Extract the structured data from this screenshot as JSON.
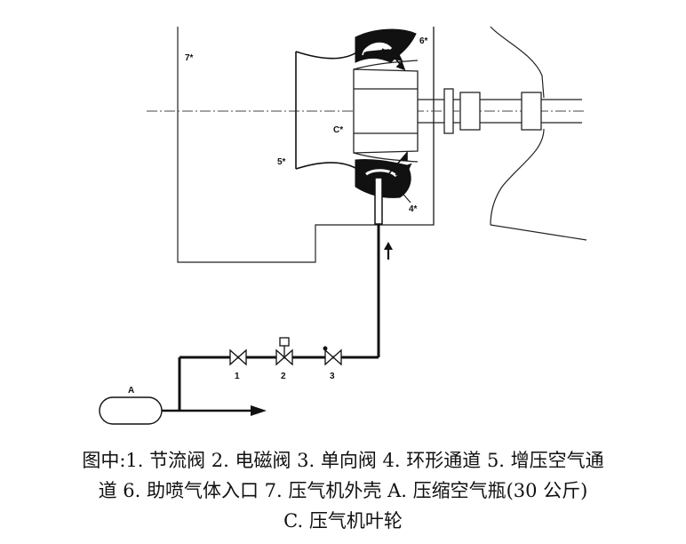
{
  "diagram": {
    "labels": {
      "l7": "7*",
      "l6": "6*",
      "lC": "C*",
      "l5": "5*",
      "l4": "4*",
      "lA": "A",
      "l1": "1",
      "l2": "2",
      "l3": "3"
    }
  },
  "caption": {
    "line1": "图中:1. 节流阀  2. 电磁阀  3. 单向阀  4. 环形通道  5. 增压空气通",
    "line2": "道  6. 助喷气体入口  7. 压气机外壳  A. 压缩空气瓶(30 公斤)",
    "line3": "C. 压气机叶轮"
  }
}
